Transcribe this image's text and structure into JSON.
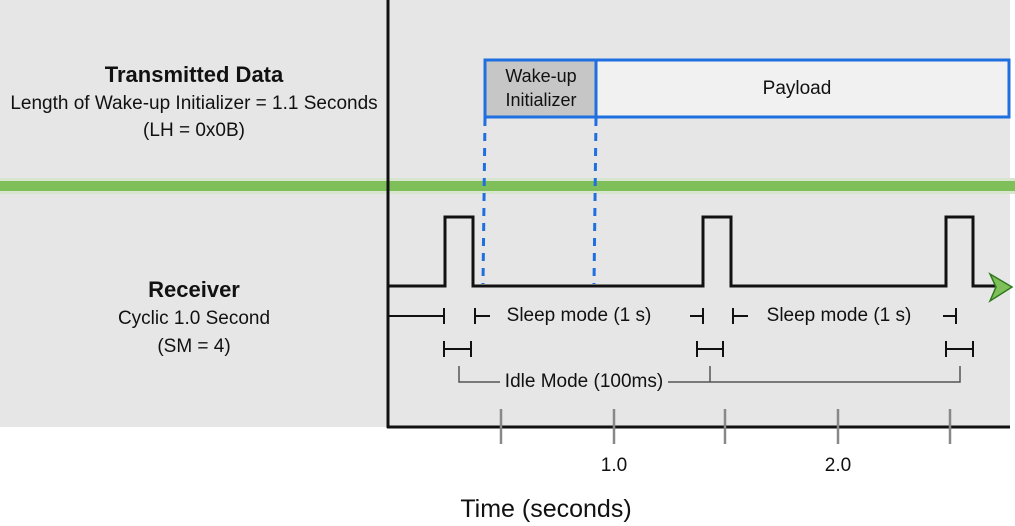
{
  "transmitted": {
    "title": "Transmitted Data",
    "line1": "Length of Wake-up Initializer = 1.1 Seconds",
    "line2": "(LH = 0x0B)"
  },
  "receiver": {
    "title": "Receiver",
    "line1": "Cyclic 1.0 Second",
    "line2": "(SM = 4)"
  },
  "packet": {
    "wakeup_line1": "Wake-up",
    "wakeup_line2": "Initializer",
    "payload": "Payload"
  },
  "annotations": {
    "sleep1": "Sleep mode (1 s)",
    "sleep2": "Sleep mode (1 s)",
    "idle": "Idle Mode (100ms)"
  },
  "axis": {
    "title": "Time (seconds)",
    "ticks": [
      "1.0",
      "2.0"
    ]
  },
  "colors": {
    "panel_bg": "#e6e6e6",
    "separator": "#7fbf5a",
    "packet_border": "#1f6fe0",
    "wakeup_fill": "#c6c6c6",
    "payload_fill": "#f1f1f1",
    "arrow": "#7fbf5a"
  }
}
